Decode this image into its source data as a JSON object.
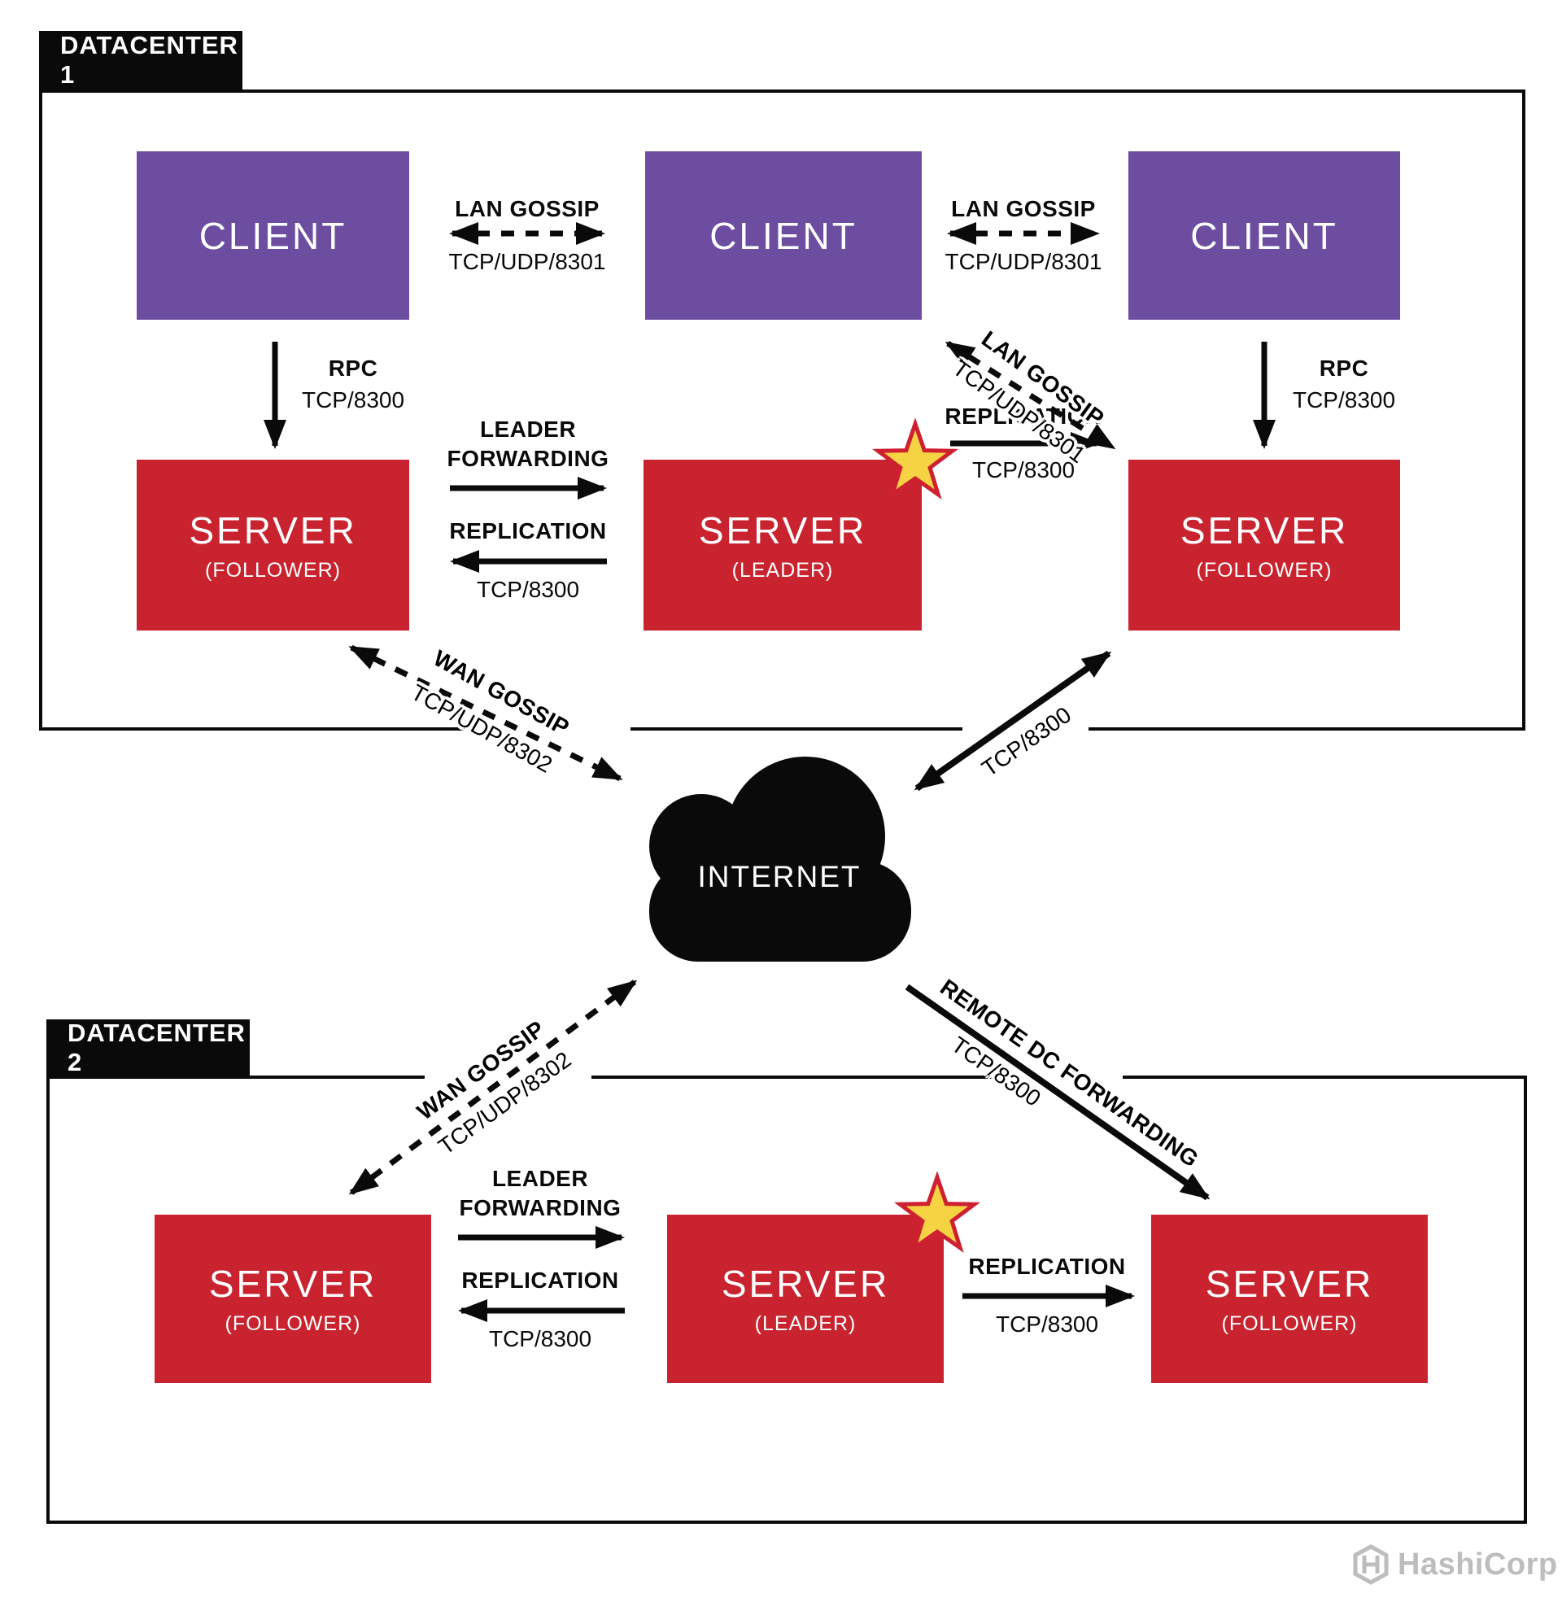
{
  "colors": {
    "purple": "#6C4D9F",
    "red": "#C8232E",
    "black": "#0A0A0A",
    "star_fill": "#F5D342",
    "star_stroke": "#CE2030",
    "logo_gray": "#BDBDBD"
  },
  "datacenter1": {
    "label": "DATACENTER 1",
    "clients": [
      {
        "label": "CLIENT"
      },
      {
        "label": "CLIENT"
      },
      {
        "label": "CLIENT"
      }
    ],
    "servers": [
      {
        "label": "SERVER",
        "role": "(FOLLOWER)"
      },
      {
        "label": "SERVER",
        "role": "(LEADER)"
      },
      {
        "label": "SERVER",
        "role": "(FOLLOWER)"
      }
    ]
  },
  "datacenter2": {
    "label": "DATACENTER 2",
    "servers": [
      {
        "label": "SERVER",
        "role": "(FOLLOWER)"
      },
      {
        "label": "SERVER",
        "role": "(LEADER)"
      },
      {
        "label": "SERVER",
        "role": "(FOLLOWER)"
      }
    ]
  },
  "internet": {
    "label": "INTERNET"
  },
  "connections": {
    "lan_gossip_left": {
      "title": "LAN GOSSIP",
      "port": "TCP/UDP/8301"
    },
    "lan_gossip_right": {
      "title": "LAN GOSSIP",
      "port": "TCP/UDP/8301"
    },
    "lan_gossip_diagonal": {
      "title": "LAN GOSSIP",
      "port": "TCP/UDP/8301"
    },
    "rpc_left": {
      "title": "RPC",
      "port": "TCP/8300"
    },
    "rpc_right": {
      "title": "RPC",
      "port": "TCP/8300"
    },
    "leader_forwarding_dc1": {
      "title_line1": "LEADER",
      "title_line2": "FORWARDING"
    },
    "replication_left_dc1": {
      "title": "REPLICATION",
      "port": "TCP/8300"
    },
    "replication_right_dc1": {
      "title": "REPLICATION",
      "port": "TCP/8300"
    },
    "wan_gossip_dc1": {
      "title": "WAN GOSSIP",
      "port": "TCP/UDP/8302"
    },
    "tcp_internet_right": {
      "port": "TCP/8300"
    },
    "wan_gossip_dc2": {
      "title": "WAN GOSSIP",
      "port": "TCP/UDP/8302"
    },
    "remote_dc_forwarding": {
      "title": "REMOTE DC FORWARDING",
      "port": "TCP/8300"
    },
    "leader_forwarding_dc2": {
      "title_line1": "LEADER",
      "title_line2": "FORWARDING"
    },
    "replication_left_dc2": {
      "title": "REPLICATION",
      "port": "TCP/8300"
    },
    "replication_right_dc2": {
      "title": "REPLICATION",
      "port": "TCP/8300"
    }
  },
  "branding": {
    "name": "HashiCorp"
  }
}
